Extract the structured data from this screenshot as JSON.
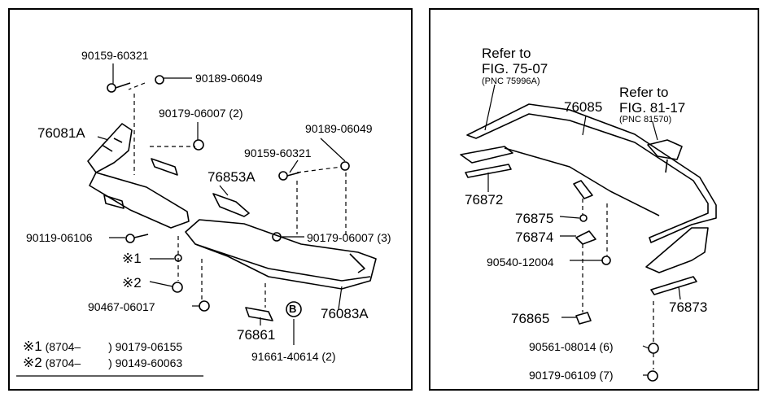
{
  "left": {
    "labels": {
      "p90159_60321_top": "90159-60321",
      "p90189_06049_top": "90189-06049",
      "p90179_06007_2": "90179-06007 (2)",
      "p76081A": "76081A",
      "p90189_06049_right": "90189-06049",
      "p90159_60321_mid": "90159-60321",
      "p76853A": "76853A",
      "p90119_06106": "90119-06106",
      "p90179_06007_3": "90179-06007 (3)",
      "mark1": "※1",
      "mark2": "※2",
      "p90467_06017": "90467-06017",
      "p76861": "76861",
      "p76083A": "76083A",
      "B": "B",
      "p91661_40614": "91661-40614 (2)"
    },
    "notes": [
      {
        "mark": "※1",
        "range": "(8704–",
        "close": ")",
        "part": "90179-06155"
      },
      {
        "mark": "※2",
        "range": "(8704–",
        "close": ")",
        "part": "90149-60063"
      }
    ]
  },
  "right": {
    "labels": {
      "refer1_a": "Refer to",
      "refer1_b": "FIG. 75-07",
      "refer1_c": "(PNC 75996A)",
      "p76085": "76085",
      "refer2_a": "Refer to",
      "refer2_b": "FIG. 81-17",
      "refer2_c": "(PNC 81570)",
      "p76872": "76872",
      "p76875": "76875",
      "p76874": "76874",
      "p90540_12004": "90540-12004",
      "p76865": "76865",
      "p90561_08014": "90561-08014 (6)",
      "p90179_06109": "90179-06109 (7)",
      "p76873": "76873"
    }
  }
}
